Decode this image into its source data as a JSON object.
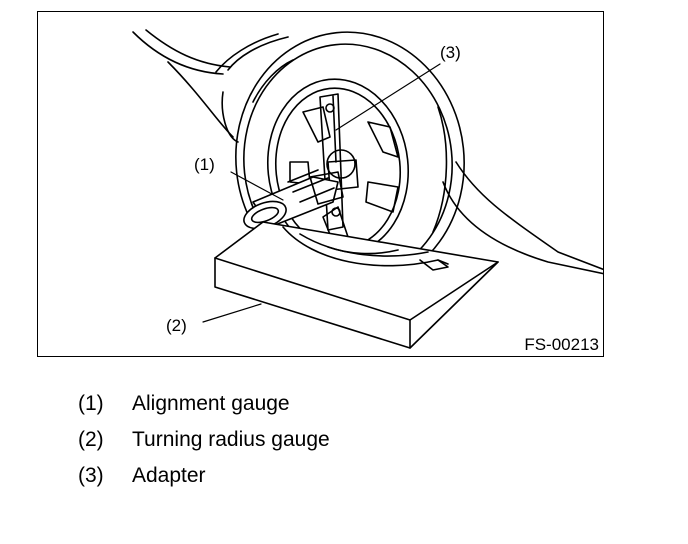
{
  "figure": {
    "code": "FS-00213",
    "callouts": [
      {
        "id": "1",
        "label": "(1)"
      },
      {
        "id": "2",
        "label": "(2)"
      },
      {
        "id": "3",
        "label": "(3)"
      }
    ]
  },
  "legend": [
    {
      "num": "(1)",
      "text": "Alignment gauge"
    },
    {
      "num": "(2)",
      "text": "Turning radius gauge"
    },
    {
      "num": "(3)",
      "text": "Adapter"
    }
  ]
}
